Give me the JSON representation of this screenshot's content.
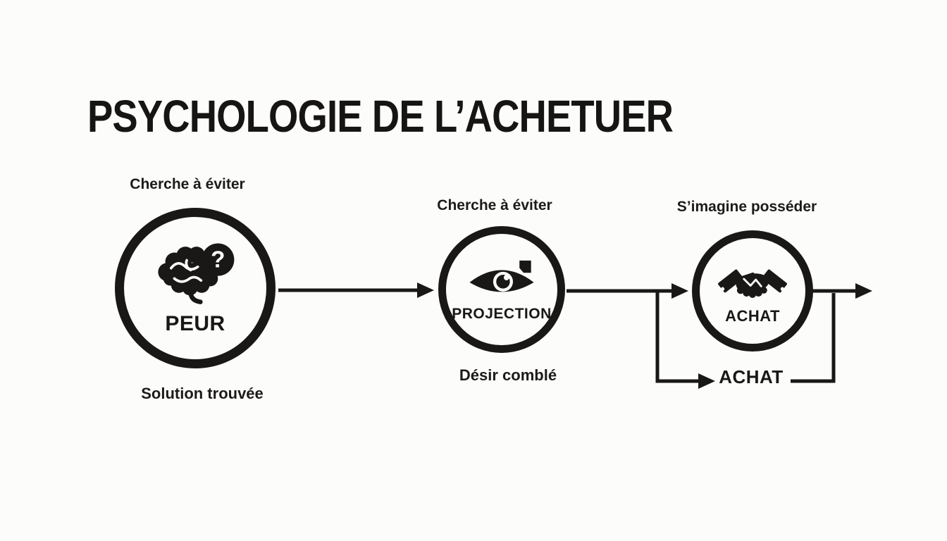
{
  "title": "PSYCHOLOGIE DE L’ACHETUER",
  "colors": {
    "ink": "#191817",
    "background": "#fcfcfb"
  },
  "diagram": {
    "nodes": [
      {
        "id": "peur",
        "icon": "brain-question-icon",
        "label": "PEUR",
        "label_above": "Cherche à éviter",
        "label_below": "Solution trouvée"
      },
      {
        "id": "projection",
        "icon": "eye-icon",
        "label": "PROJECTION",
        "label_above": "Cherche à éviter",
        "label_below": "Désir comblé"
      },
      {
        "id": "achat",
        "icon": "handshake-icon",
        "label": "ACHAT",
        "label_above": "S’imagine posséder"
      }
    ],
    "bypass": {
      "label": "ACHAT"
    },
    "icon_glyphs": {
      "question_mark": "?"
    }
  }
}
